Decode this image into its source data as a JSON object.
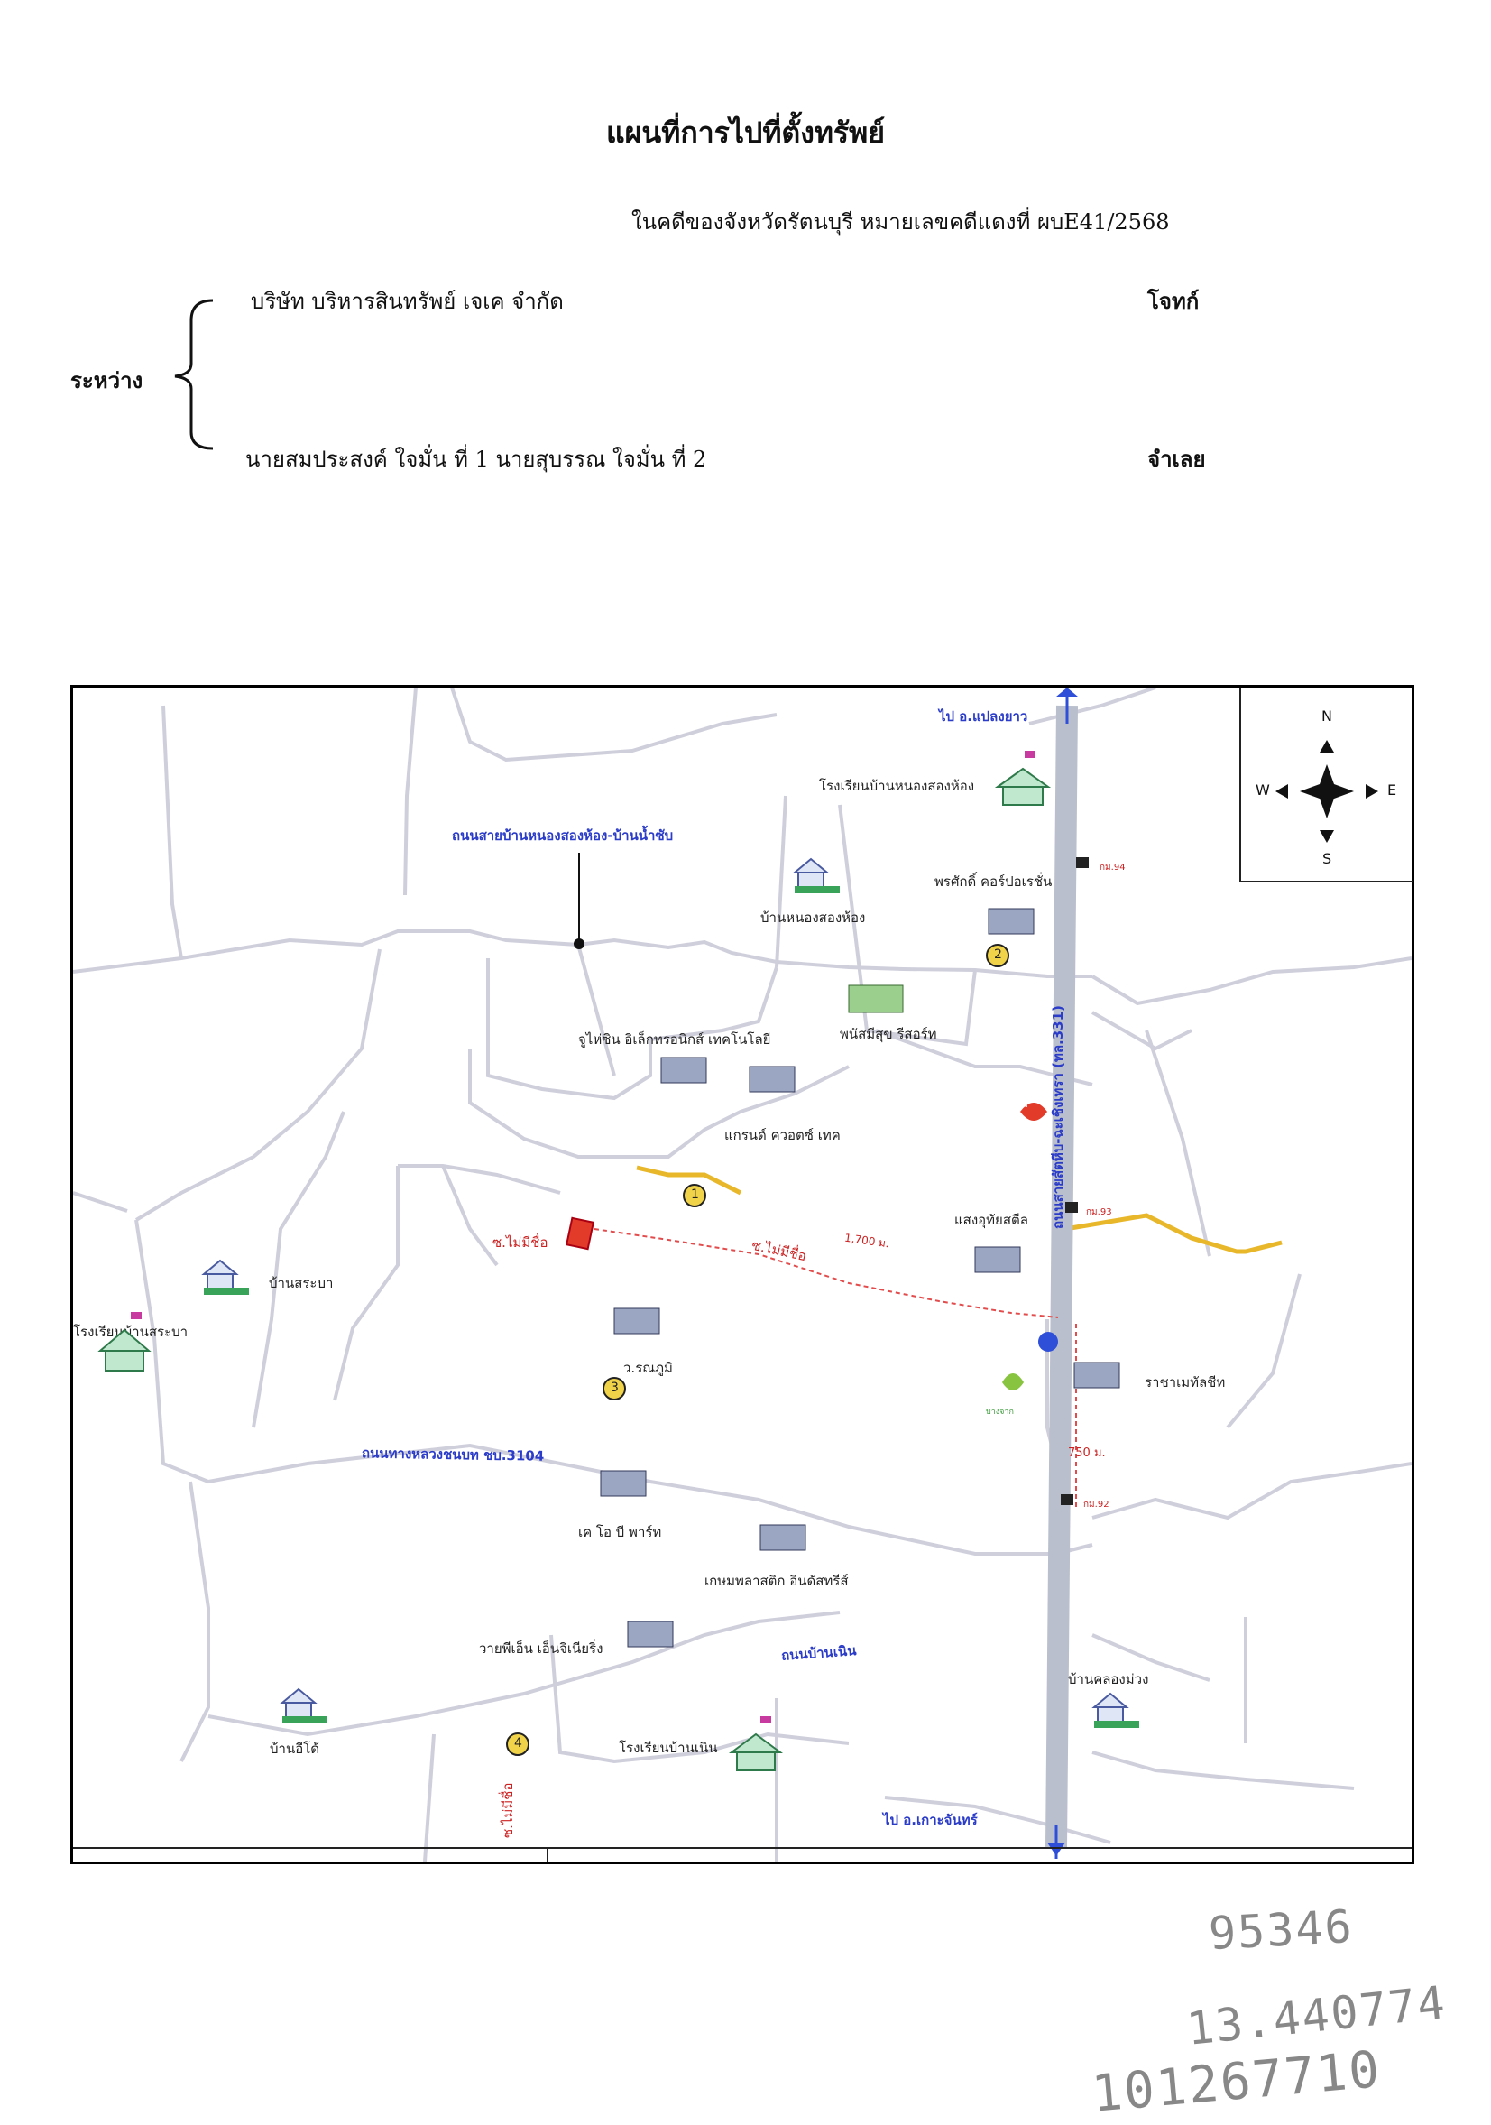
{
  "document": {
    "title": "แผนที่การไปที่ตั้งทรัพย์",
    "case_line": "ในคดีของจังหวัดรัตนบุรี หมายเลขคดีแดงที่ ผบE41/2568",
    "between_label": "ระหว่าง",
    "plaintiff": "บริษัท บริหารสินทรัพย์ เจเค จำกัด",
    "plaintiff_role": "โจทก์",
    "defendant": "นายสมประสงค์ ใจมั่น ที่ 1 นายสุบรรณ ใจมั่น ที่ 2",
    "defendant_role": "จำเลย"
  },
  "map": {
    "compass": {
      "n": "N",
      "s": "S",
      "e": "E",
      "w": "W"
    },
    "labels": {
      "to_north": "ไป อ.แปลงยาว",
      "to_south": "ไป อ.เกาะจันทร์",
      "road_nongsong": "ถนนสายบ้านหนองสองห้อง-บ้านน้ำซับ",
      "highway_331": "ถนนสายสัตหีบ-ฉะเชิงเทรา (ทล.331)",
      "road_3104": "ถนนทางหลวงชนบท ชบ.3104",
      "road_bannoen": "ถนนบ้านเนิน",
      "unnamed_soi_1": "ซ.ไม่มีชื่อ",
      "unnamed_soi_2": "ซ.ไม่มีชื่อ",
      "unnamed_soi_3": "ซ.ไม่มีชื่อ",
      "dist_1700": "1,700 ม.",
      "dist_750": "750 ม.",
      "km94": "กม.94",
      "km93": "กม.93",
      "km92": "กม.92",
      "school_nongsong": "โรงเรียนบ้านหนองสองห้อง",
      "village_nongsong": "บ้านหนองสองห้อง",
      "porsak": "พรศักดิ์ คอร์ปอเรชั่น",
      "phanatsuk": "พนัสมีสุข รีสอร์ท",
      "juhsin": "จูไห่ซิน อิเล็กทรอนิกส์ เทคโนโลยี",
      "grand_quartz": "แกรนด์ ควอตซ์ เทค",
      "saeng_udom": "แสงอุทัยสตีล",
      "village_sraba": "บ้านสระบา",
      "school_sraba": "โรงเรียนบ้านสระบา",
      "w_ranphumi": "ว.รณภูมิ",
      "racha_metal": "ราชาเมทัลชีท",
      "kob_part": "เค โอ บี พาร์ท",
      "kasem_plastic": "เกษมพลาสติก อินดัสทรีส์",
      "yp_engineering": "วายพีเอ็น เอ็นจิเนียริ่ง",
      "village_khlongmuang": "บ้านคลองม่วง",
      "village_ido": "บ้านอีโด้",
      "school_bannoen": "โรงเรียนบ้านเนิน",
      "pt": "PT",
      "bangchak": "บางจาก"
    },
    "markers": [
      "1",
      "2",
      "3",
      "4"
    ]
  },
  "handwritten": {
    "line1": "95346",
    "line2": "13.440774",
    "line3": "101267710"
  },
  "colors": {
    "highway": "#b9bfcc",
    "highway_arrow": "#2f4fd8",
    "road": "#c9c9d9",
    "route": "#e34c4c",
    "yellow_road": "#e8b72a",
    "marker": "#f1d34a"
  }
}
